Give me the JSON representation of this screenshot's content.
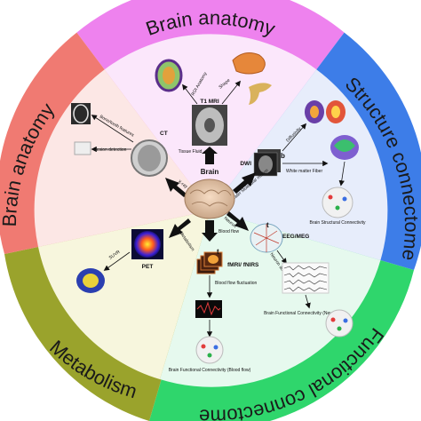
{
  "sectors": {
    "top": "Brain anatomy",
    "left": "Brain anatomy",
    "right": "Structure connectome",
    "bottom_right": "Functional connectome",
    "bottom_left": "Metabolism"
  },
  "colors": {
    "top_ring": "#ee82ee",
    "right_ring": "#3d7de8",
    "bottom_right_ring": "#2fd66c",
    "bottom_left_ring": "#9aa32c",
    "left_ring": "#f07a72",
    "top_fill": "#fbe7fb",
    "right_fill": "#e7edfb",
    "bottom_right_fill": "#e6f9ee",
    "bottom_left_fill": "#f7f6dd",
    "left_fill": "#fce7e5"
  },
  "center": {
    "label": "Brain"
  },
  "labels": {
    "t1_mri": "T1 MRI",
    "roi_anatomy": "ROI Anatomy",
    "shape": "Shape",
    "tissue_fluid": "Tissue Fluid",
    "ct": "CT",
    "bone_tooth": "Bone/tooth features",
    "lesion_detection": "Lesion detection",
    "xray_attenuation": "X-ray attenuation",
    "dwi": "DWI",
    "b": "b",
    "diffusivity": "Diffusivity",
    "white_matter_fiber": "White matter Fiber",
    "water_molecular_motion": "Water Molecular motion",
    "brain_structural_connectivity": "Brain Structural Connectivity",
    "metabolism": "Metabolism",
    "pet": "PET",
    "suvr": "SUVR",
    "blood_flow": "Blood flow",
    "fmri_fnirs": "fMRI/ fNIRS",
    "t": "t",
    "blood_flow_fluctuation": "Blood flow fluctuation",
    "brain_functional_connectivity_blood": "Brain Functional Connectivity (Blood flow)",
    "neuron": "Neuron",
    "eeg_meg": "EEG/MEG",
    "neuron_activity": "Neuron activity",
    "t2": "t",
    "brain_functional_connectivity_neuron": "Brain Functional Connectivity (Neuron)"
  }
}
